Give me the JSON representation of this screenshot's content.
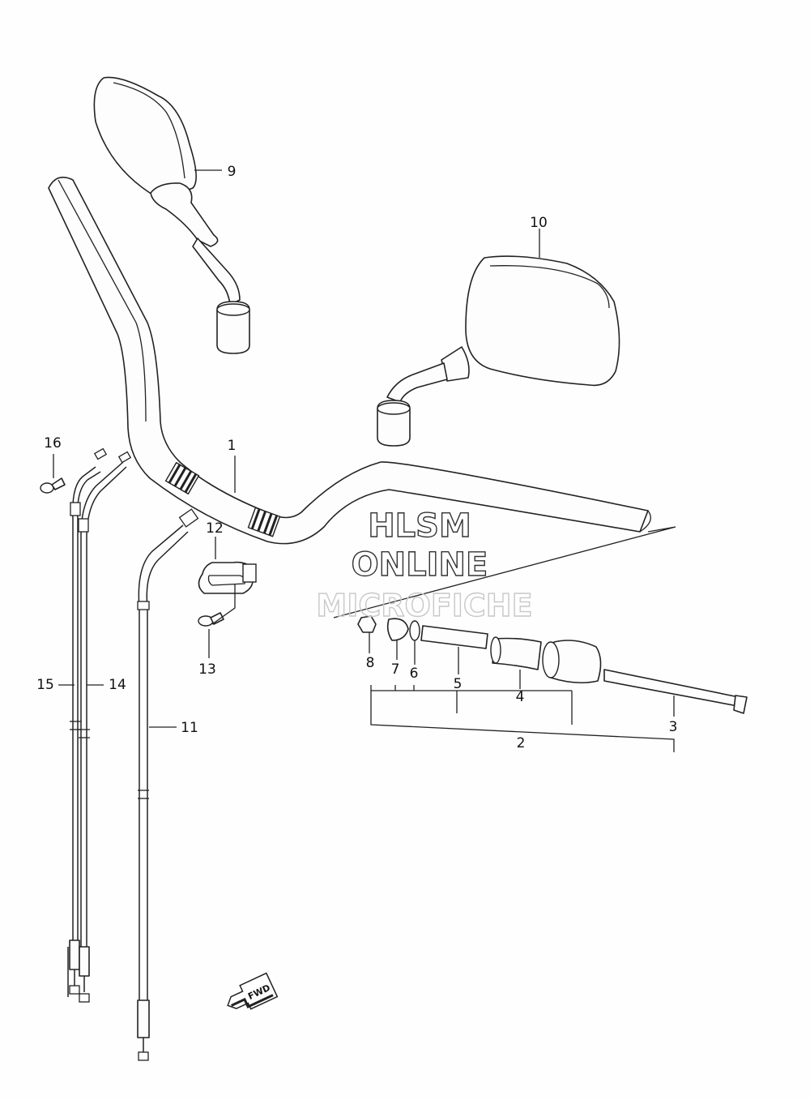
{
  "callouts": [
    "1",
    "2",
    "3",
    "4",
    "5",
    "6",
    "7",
    "8",
    "9",
    "10",
    "11",
    "12",
    "13",
    "14",
    "15",
    "16"
  ],
  "watermark": {
    "line1": "HLSM",
    "line2": "ONLINE",
    "line3": "MICROFICHE"
  },
  "fwd_arrow": "FWD",
  "colors": {
    "line": "#222222",
    "watermark_dark": "#333333",
    "watermark_light": "#c8c8c8"
  }
}
